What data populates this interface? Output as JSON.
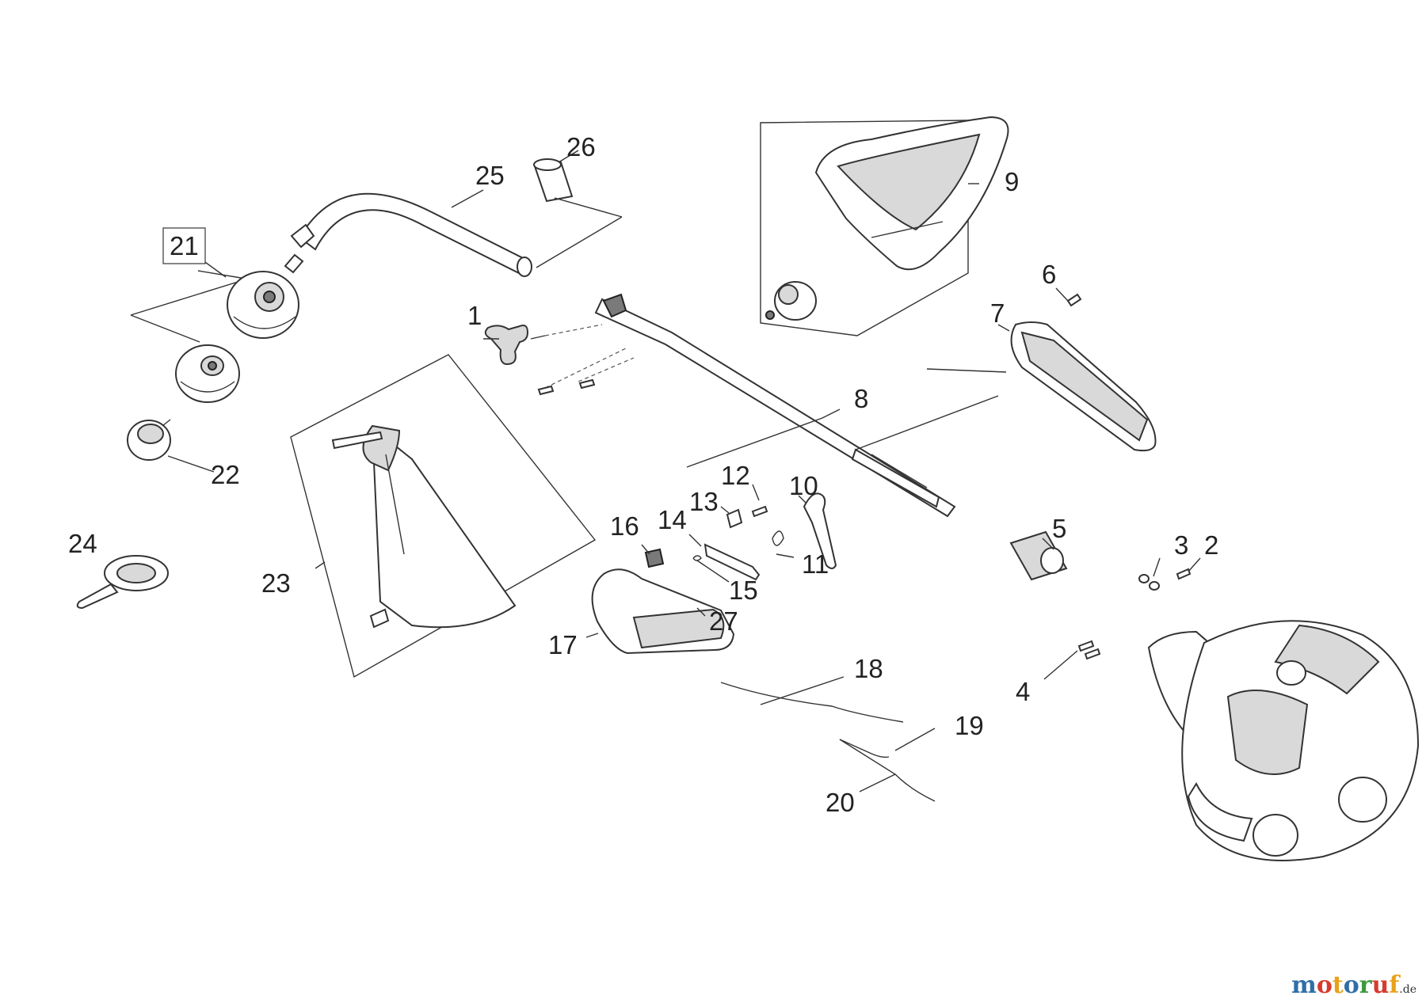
{
  "diagram": {
    "labels": {
      "p1": "1",
      "p2": "2",
      "p3": "3",
      "p4": "4",
      "p5": "5",
      "p6": "6",
      "p7": "7",
      "p8": "8",
      "p9": "9",
      "p10": "10",
      "p11": "11",
      "p12": "12",
      "p13": "13",
      "p14": "14",
      "p15": "15",
      "p16": "16",
      "p17": "17",
      "p18": "18",
      "p19": "19",
      "p20": "20",
      "p21": "21",
      "p22": "22",
      "p23": "23",
      "p24": "24",
      "p25": "25",
      "p26": "26",
      "p27": "27"
    }
  },
  "watermark": {
    "text": "motoruf",
    "suffix": ".de",
    "colors": [
      "#2f6fa8",
      "#d73b2e",
      "#e8a21a",
      "#2f6fa8",
      "#3c9a3c",
      "#d73b2e",
      "#e8a21a"
    ]
  }
}
